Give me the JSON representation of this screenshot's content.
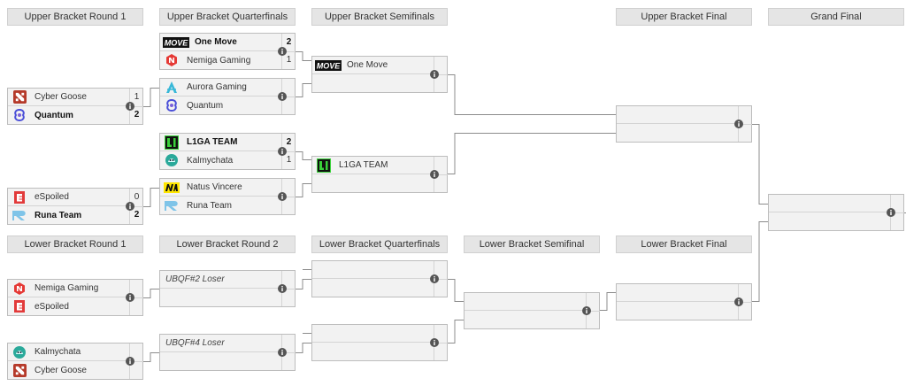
{
  "headers": {
    "ub_r1": "Upper Bracket Round 1",
    "ub_qf": "Upper Bracket Quarterfinals",
    "ub_sf": "Upper Bracket Semifinals",
    "ub_final": "Upper Bracket Final",
    "grand_final": "Grand Final",
    "lb_r1": "Lower Bracket Round 1",
    "lb_r2": "Lower Bracket Round 2",
    "lb_qf": "Lower Bracket Quarterfinals",
    "lb_sf": "Lower Bracket Semifinal",
    "lb_final": "Lower Bracket Final"
  },
  "ub_r1": [
    {
      "t1": {
        "name": "Cyber Goose",
        "score": "1"
      },
      "t2": {
        "name": "Quantum",
        "score": "2"
      }
    },
    {
      "t1": {
        "name": "eSpoiled",
        "score": "0"
      },
      "t2": {
        "name": "Runa Team",
        "score": "2"
      }
    }
  ],
  "ub_qf": [
    {
      "t1": {
        "name": "One Move",
        "score": "2"
      },
      "t2": {
        "name": "Nemiga Gaming",
        "score": "1"
      }
    },
    {
      "t1": {
        "name": "Aurora Gaming",
        "score": ""
      },
      "t2": {
        "name": "Quantum",
        "score": ""
      }
    },
    {
      "t1": {
        "name": "L1GA TEAM",
        "score": "2"
      },
      "t2": {
        "name": "Kalmychata",
        "score": "1"
      }
    },
    {
      "t1": {
        "name": "Natus Vincere",
        "score": ""
      },
      "t2": {
        "name": "Runa Team",
        "score": ""
      }
    }
  ],
  "ub_sf": [
    {
      "t1": {
        "name": "One Move"
      }
    },
    {
      "t1": {
        "name": "L1GA TEAM"
      }
    }
  ],
  "lb_r1": [
    {
      "t1": {
        "name": "Nemiga Gaming"
      },
      "t2": {
        "name": "eSpoiled"
      }
    },
    {
      "t1": {
        "name": "Kalmychata"
      },
      "t2": {
        "name": "Cyber Goose"
      }
    }
  ],
  "lb_r2": [
    {
      "t1": {
        "name": "UBQF#2 Loser"
      }
    },
    {
      "t1": {
        "name": "UBQF#4 Loser"
      }
    }
  ],
  "icons": {
    "info": "info-icon",
    "line_color": "#8c8c8c"
  }
}
